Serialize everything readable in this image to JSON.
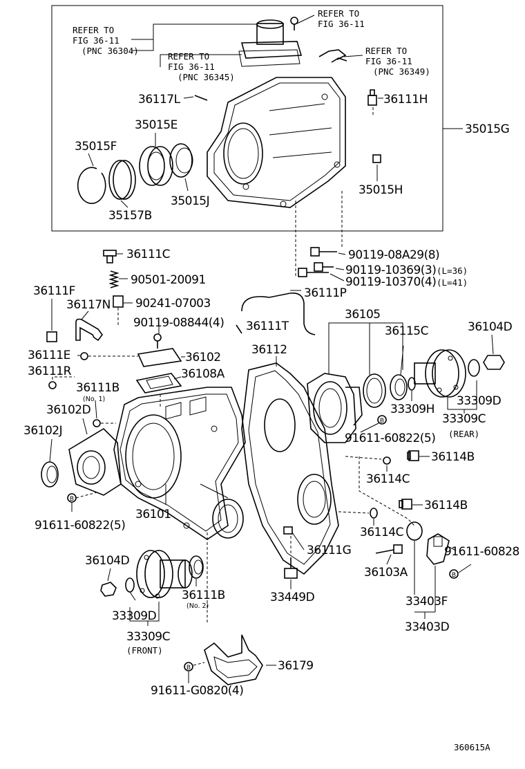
{
  "refs": {
    "r1": [
      "REFER TO",
      "FIG 36-11",
      "(PNC 36304)"
    ],
    "r2": [
      "REFER TO",
      "FIG 36-11"
    ],
    "r3": [
      "REFER TO",
      "FIG 36-11",
      "(PNC 36345)"
    ],
    "r4": [
      "REFER TO",
      "FIG 36-11",
      "(PNC 36349)"
    ]
  },
  "labels": {
    "p36117L": "36117L",
    "p36111H": "36111H",
    "p35015G": "35015G",
    "p35015E": "35015E",
    "p35015F": "35015F",
    "p35015H": "35015H",
    "p35015J": "35015J",
    "p35157B": "35157B",
    "p36111C": "36111C",
    "p90119_08A29": "90119-08A29(8)",
    "p90501_20091": "90501-20091",
    "p90119_10369": "90119-10369(3)",
    "p90119_10370": "90119-10370(4)",
    "l36": "(L=36)",
    "l41": "(L=41)",
    "p36111F": "36111F",
    "p36117N": "36117N",
    "p90241_07003": "90241-07003",
    "p36111P": "36111P",
    "p90119_08844": "90119-08844(4)",
    "p36105": "36105",
    "p36111T": "36111T",
    "p36115C": "36115C",
    "p36104D_r": "36104D",
    "p36111E": "36111E",
    "p36112": "36112",
    "p36102": "36102",
    "p36111R": "36111R",
    "p36108A": "36108A",
    "p36111B_1": "36111B",
    "no1": "(No. 1)",
    "p36102D": "36102D",
    "p33309D_r": "33309D",
    "p33309H": "33309H",
    "p36102J": "36102J",
    "p33309C_r": "33309C",
    "rear": "(REAR)",
    "p91611_60822_r": "91611-60822(5)",
    "p36114B_1": "36114B",
    "p36114C_1": "36114C",
    "p36101": "36101",
    "p91611_60822_l": "91611-60822(5)",
    "p36114B_2": "36114B",
    "p36114C_2": "36114C",
    "p36111G": "36111G",
    "p91611_60828": "91611-60828",
    "p36104D_l": "36104D",
    "p36103A": "36103A",
    "p36111B_2": "36111B",
    "no2": "(No. 2)",
    "p33449D": "33449D",
    "p33403F": "33403F",
    "p33309D_l": "33309D",
    "p33403D": "33403D",
    "p33309C_l": "33309C",
    "front": "(FRONT)",
    "p36179": "36179",
    "p91611_G0820": "91611-G0820(4)",
    "b": "B",
    "fig_code": "360615A"
  }
}
